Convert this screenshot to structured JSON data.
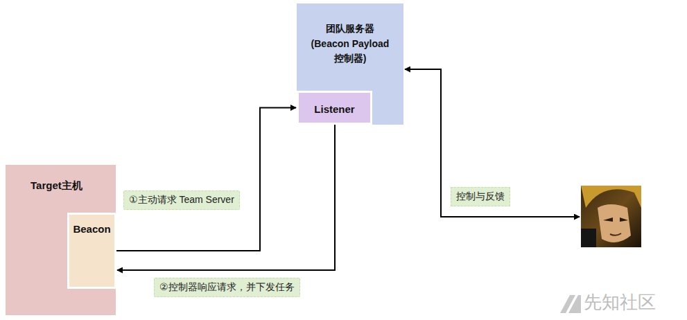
{
  "diagram": {
    "nodes": [
      {
        "text": [
          "Target主机"
        ]
      },
      {
        "text": [
          "Beacon"
        ],
        "in": 0
      },
      {
        "text": [
          "团队服务器 (Beacon Payload 控制器)"
        ]
      },
      {
        "text": [
          "Listener"
        ],
        "in": 2
      }
    ],
    "edges": [
      {
        "from": 1,
        "to": 3,
        "arrow": "to",
        "label": "①主动请求 Team Server"
      },
      {
        "from": 3,
        "to": 1,
        "arrow": "to",
        "label": "②控制器响应请求，并下发任务"
      }
    ],
    "labels": [
      "控制与反馈",
      "先知社区"
    ]
  }
}
